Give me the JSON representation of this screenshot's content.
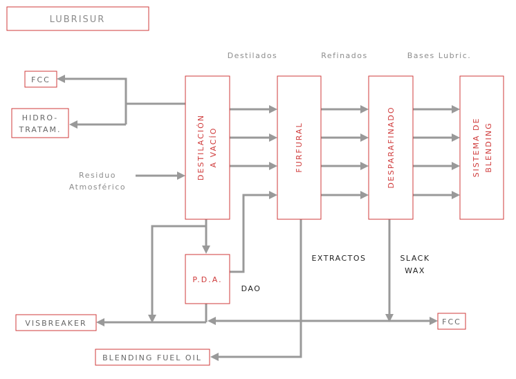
{
  "title": "LUBRISUR",
  "stage_headers": {
    "destilados": "Destilados",
    "refinados": "Refinados",
    "bases": "Bases Lubric."
  },
  "units": {
    "destilacion_line1": "DESTILACIÓN",
    "destilacion_line2": "A VACÍO",
    "furfural": "FURFURAL",
    "desparafinado": "DESPARAFINADO",
    "blending_line1": "SISTEMA DE",
    "blending_line2": "BLENDING",
    "pda": "P.D.A."
  },
  "outputs": {
    "fcc_top": "FCC",
    "hidro_line1": "HIDRO-",
    "hidro_line2": "TRATAM.",
    "visbreaker": "VISBREAKER",
    "fcc_bottom": "FCC",
    "blending_fuel_oil": "BLENDING FUEL OIL"
  },
  "stream_labels": {
    "residuo_line1": "Residuo",
    "residuo_line2": "Atmosférico",
    "extractos": "EXTRACTOS",
    "slack_line1": "SLACK",
    "slack_line2": "WAX",
    "dao": "DAO"
  },
  "colors": {
    "accent_red": "#cf3a3a",
    "flow_grey": "#999999",
    "label_grey": "#8c8c8c"
  }
}
